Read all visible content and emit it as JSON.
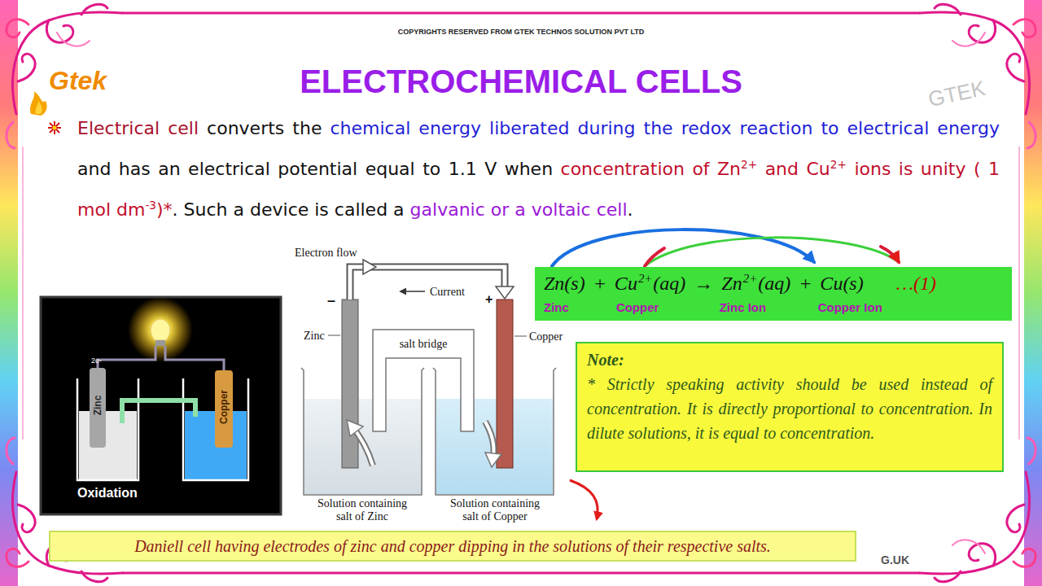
{
  "diagram": {
    "title": "ELECTROCHEMICAL CELLS",
    "caption": "Daniell cell having electrodes of zinc and copper dipping in the solutions of their respective salts.",
    "nodes": [
      {
        "text": [
          "Zn(s) + Cu",
          "2+",
          "(aq) → Zn",
          "2+",
          "(aq) + Cu(s)",
          "…(1)",
          "Zinc",
          "Copper",
          "Zinc Ion",
          "Copper Ion"
        ]
      },
      {
        "text": [
          "Note:",
          "* Strictly speaking activity should be used instead of concentration. It is directly proportional to concentration. In dilute solutions, it is equal to concentration."
        ]
      }
    ],
    "labels": [
      "COPYRIGHTS RESERVED FROM GTEK TECHNOS SOLUTION PVT LTD",
      "Gtek",
      "GTEK",
      "Electrical cell",
      "converts the",
      "chemical energy liberated during the redox reaction to electrical energy",
      "and has an electrical potential equal to 1.1 V when",
      "concentration of Zn",
      "2+",
      "and Cu",
      "2+",
      "ions is unity ( 1 mol dm",
      "-3",
      ")*",
      ". Such a device is called a",
      "galvanic or a voltaic cell",
      ".",
      "2e-",
      "Zinc",
      "Copper",
      "Oxidation",
      "Electron flow",
      "Current",
      "–",
      "+",
      "Zinc",
      "Copper",
      "salt bridge",
      "Solution containing salt of Zinc",
      "Solution containing salt of Copper",
      "G.UK"
    ]
  }
}
